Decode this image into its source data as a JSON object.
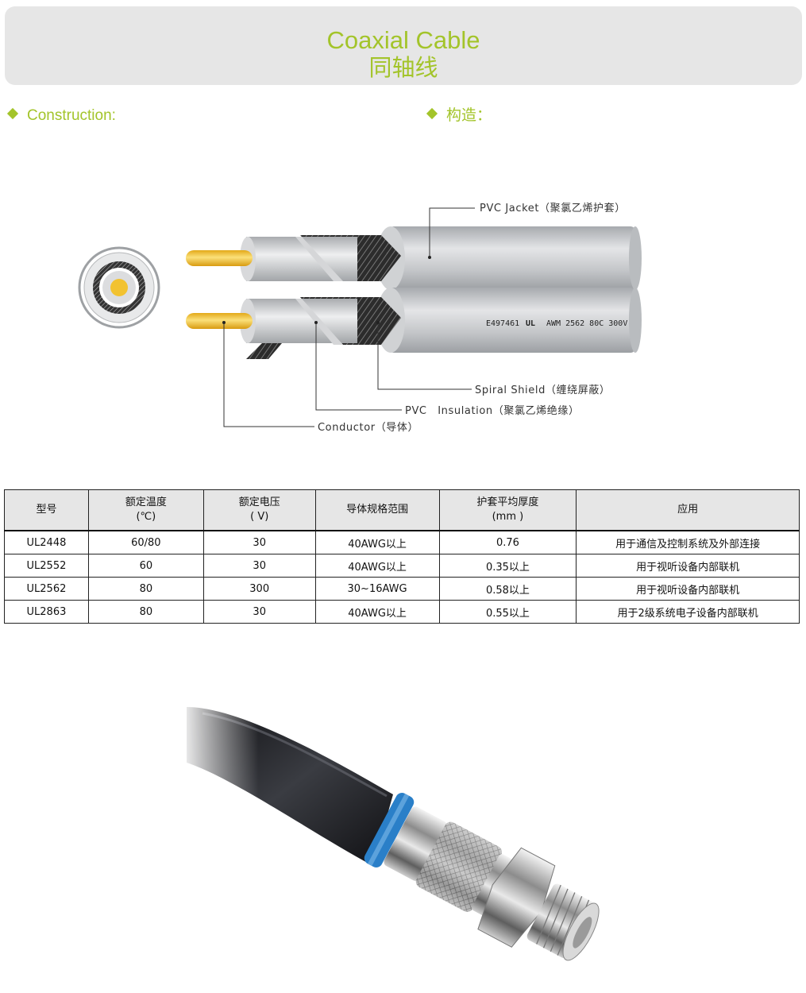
{
  "header": {
    "title_en": "Coaxial Cable",
    "title_cn": "同轴线"
  },
  "sections": {
    "construction_en": "Construction:",
    "construction_cn": "构造："
  },
  "diagram": {
    "labels": {
      "jacket": "PVC Jacket（聚氯乙烯护套）",
      "shield": "Spiral Shield（缠绕屏蔽）",
      "insulation": "PVC　Insulation（聚氯乙烯绝缘）",
      "conductor": "Conductor（导体）"
    },
    "cable_print": {
      "code": "E497461",
      "ul_mark": "UL",
      "rating": "AWM  2562  80C  300V"
    },
    "colors": {
      "conductor": "#f2c230",
      "jacket": "#c8cacd",
      "shield": "#3a3a3a",
      "accent": "#a3c42a"
    }
  },
  "table": {
    "headers": [
      {
        "line1": "型号",
        "line2": ""
      },
      {
        "line1": "额定温度",
        "line2": "(℃)"
      },
      {
        "line1": "额定电压",
        "line2": "( V)"
      },
      {
        "line1": "导体规格范围",
        "line2": ""
      },
      {
        "line1": "护套平均厚度",
        "line2": "(mm )"
      },
      {
        "line1": "应用",
        "line2": ""
      }
    ],
    "rows": [
      [
        "UL2448",
        "60/80",
        "30",
        "40AWG以上",
        "0.76",
        "用于通信及控制系统及外部连接"
      ],
      [
        "UL2552",
        "60",
        "30",
        "40AWG以上",
        "0.35以上",
        "用于视听设备内部联机"
      ],
      [
        "UL2562",
        "80",
        "300",
        "30~16AWG",
        "0.58以上",
        "用于视听设备内部联机"
      ],
      [
        "UL2863",
        "80",
        "30",
        "40AWG以上",
        "0.55以上",
        "用于2级系统电子设备内部联机"
      ]
    ]
  },
  "photo": {
    "subject": "coaxial-cable-f-connector-photo",
    "colors": {
      "cable": "#1f1f22",
      "band": "#2a7fc8",
      "metal": "#c9c9c9"
    }
  }
}
